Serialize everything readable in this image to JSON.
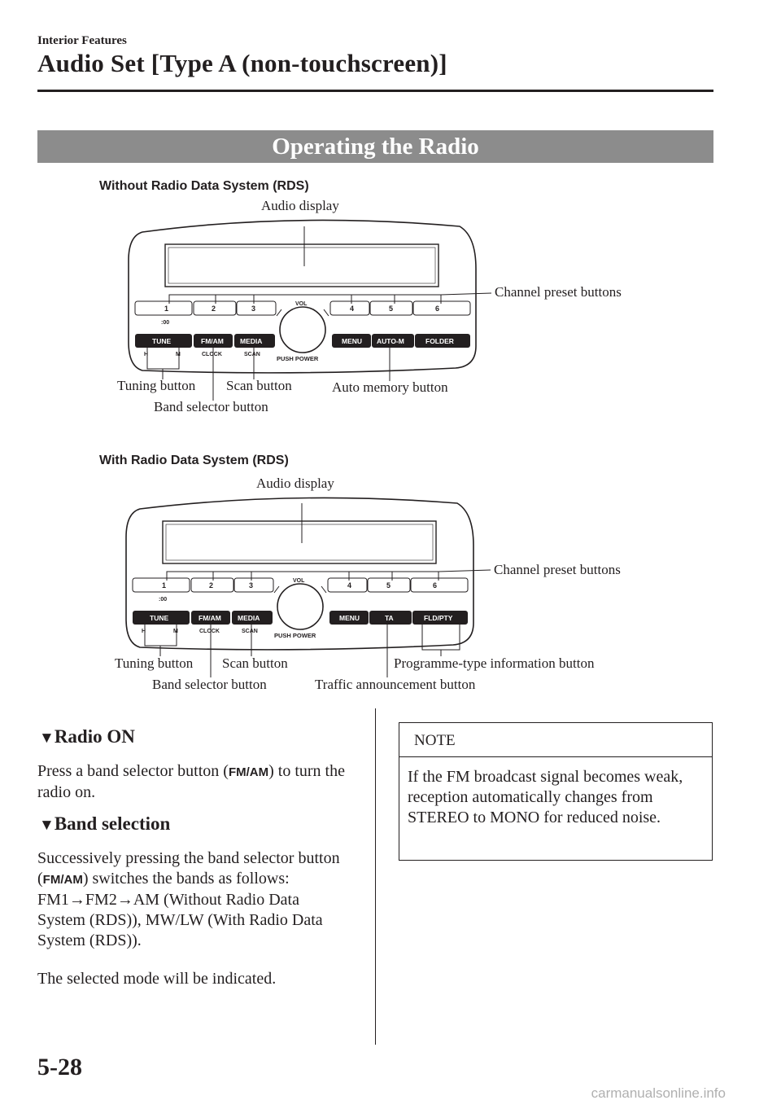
{
  "header": {
    "section": "Interior Features",
    "title": "Audio Set [Type A (non-touchscreen)]"
  },
  "banner": "Operating the Radio",
  "diagram1": {
    "title": "Without Radio Data System (RDS)",
    "callouts": {
      "audio_display": "Audio display",
      "channel_preset": "Channel preset buttons",
      "tuning": "Tuning button",
      "scan": "Scan button",
      "band_selector": "Band selector button",
      "auto_memory": "Auto memory button"
    },
    "panel": {
      "presets": [
        "1",
        "2",
        "3",
        "4",
        "5",
        "6"
      ],
      "clock_digits": ":00",
      "vol": "VOL",
      "tune": "TUNE",
      "fmam": "FM/AM",
      "media": "MEDIA",
      "menu": "MENU",
      "auto_m": "AUTO-M",
      "folder": "FOLDER",
      "h": "H",
      "m": "M",
      "clock": "CLOCK",
      "scan": "SCAN",
      "push_power": "PUSH POWER"
    }
  },
  "diagram2": {
    "title": "With Radio Data System (RDS)",
    "callouts": {
      "audio_display": "Audio display",
      "channel_preset": "Channel preset buttons",
      "tuning": "Tuning button",
      "scan": "Scan button",
      "band_selector": "Band selector button",
      "pty": "Programme-type information button",
      "traffic": "Traffic announcement button"
    },
    "panel": {
      "presets": [
        "1",
        "2",
        "3",
        "4",
        "5",
        "6"
      ],
      "clock_digits": ":00",
      "vol": "VOL",
      "tune": "TUNE",
      "fmam": "FM/AM",
      "media": "MEDIA",
      "menu": "MENU",
      "ta": "TA",
      "fld_pty": "FLD/PTY",
      "h": "H",
      "m": "M",
      "clock": "CLOCK",
      "scan": "SCAN",
      "push_power": "PUSH POWER"
    }
  },
  "radio_on": {
    "heading": "Radio ON",
    "text_before": "Press a band selector button (",
    "key": "FM/AM",
    "text_after": ") to turn the radio on."
  },
  "band_selection": {
    "heading": "Band selection",
    "text_before": "Successively pressing the band selector button (",
    "key": "FM/AM",
    "text_after": ") switches the bands as follows: FM1→FM2→AM (Without Radio Data System (RDS)), MW/LW (With Radio Data System (RDS)).",
    "text2": "The selected mode will be indicated."
  },
  "note": {
    "heading": "NOTE",
    "text": "If the FM broadcast signal becomes weak, reception automatically changes from STEREO to MONO for reduced noise."
  },
  "footer": {
    "page_number": "5-28",
    "watermark": "carmanualsonline.info"
  }
}
